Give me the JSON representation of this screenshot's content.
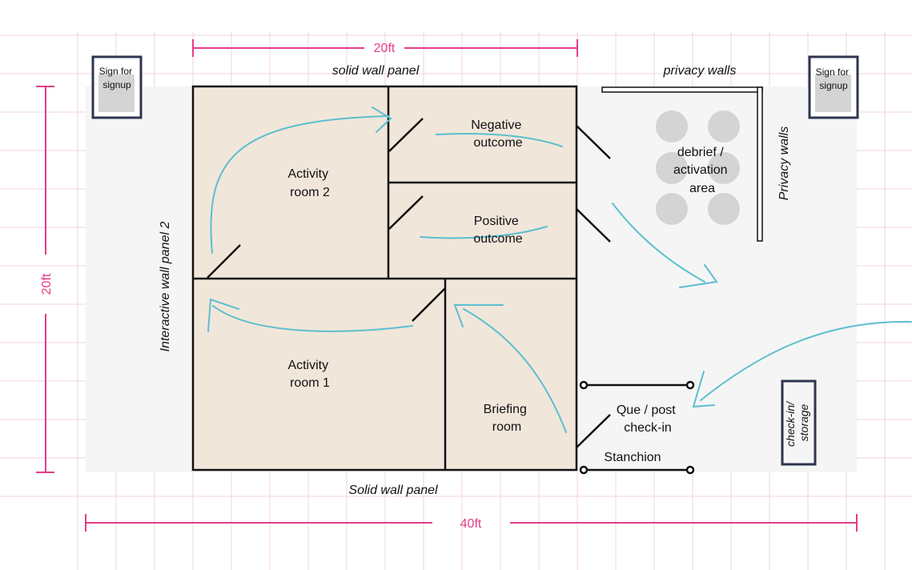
{
  "dimensions": {
    "top_width": "20ft",
    "left_height": "20ft",
    "bottom_width": "40ft"
  },
  "rooms": {
    "activity_room_2": [
      "Activity",
      "room 2"
    ],
    "activity_room_1": [
      "Activity",
      "room 1"
    ],
    "negative_outcome": [
      "Negative",
      "outcome"
    ],
    "positive_outcome": [
      "Positive",
      "outcome"
    ],
    "briefing_room": [
      "Briefing",
      "room"
    ]
  },
  "areas": {
    "debrief": [
      "debrief /",
      "activation",
      "area"
    ],
    "queue": [
      "Que / post",
      "check-in"
    ],
    "stanchion": "Stanchion",
    "checkin": [
      "check-in/",
      "storage"
    ]
  },
  "signs": {
    "left": [
      "Sign for",
      "signup"
    ],
    "right": [
      "Sign for",
      "signup"
    ]
  },
  "walls": {
    "top": "solid wall panel",
    "bottom": "Solid wall panel",
    "left": "Interactive wall panel 2",
    "privacy_top": "privacy walls",
    "privacy_right": "Privacy walls"
  },
  "colors": {
    "dimension": "#e23d88",
    "room_fill": "#f1e6da",
    "flow_arrow": "#5bbfcf",
    "wall": "#111111",
    "floor": "#f5f5f5",
    "seat": "#d4d4d4",
    "checkin_box": "#2d3550"
  }
}
